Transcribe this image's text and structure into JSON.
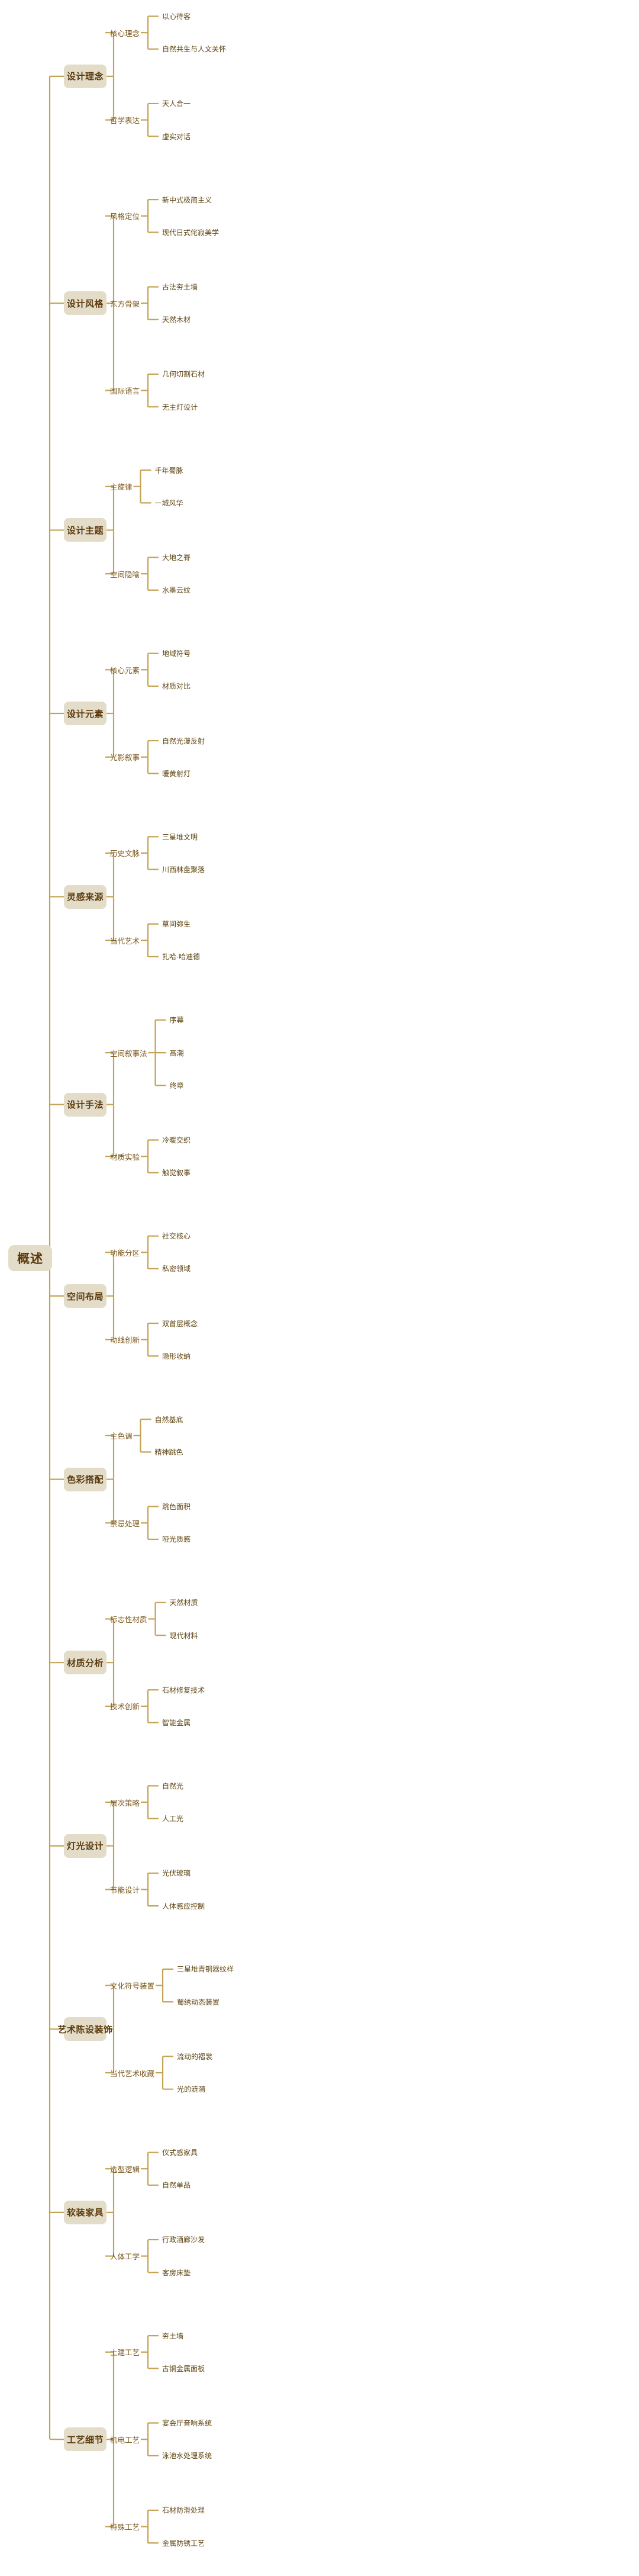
{
  "theme": {
    "background": "#ffffff",
    "node_fill": "#e3dcc9",
    "root_text": "#5b3a0d",
    "branch_line": "#c9a martial",
    "line_color": "#c4a355",
    "level2_text": "#7a5518",
    "level3_text": "#5e4510"
  },
  "root": {
    "label": "概述"
  },
  "branches": [
    {
      "label": "设计理念",
      "children": [
        {
          "label": "核心理念",
          "children": [
            {
              "label": "以心待客"
            },
            {
              "label": "自然共生与人文关怀"
            }
          ]
        },
        {
          "label": "哲学表达",
          "children": [
            {
              "label": "天人合一"
            },
            {
              "label": "虚实对话"
            }
          ]
        }
      ]
    },
    {
      "label": "设计风格",
      "children": [
        {
          "label": "风格定位",
          "children": [
            {
              "label": "新中式极简主义"
            },
            {
              "label": "现代日式侘寂美学"
            }
          ]
        },
        {
          "label": "东方骨架",
          "children": [
            {
              "label": "古法夯土墙"
            },
            {
              "label": "天然木材"
            }
          ]
        },
        {
          "label": "国际语言",
          "children": [
            {
              "label": "几何切割石材"
            },
            {
              "label": "无主灯设计"
            }
          ]
        }
      ]
    },
    {
      "label": "设计主题",
      "children": [
        {
          "label": "主旋律",
          "children": [
            {
              "label": "千年蜀脉"
            },
            {
              "label": "一城风华"
            }
          ]
        },
        {
          "label": "空间隐喻",
          "children": [
            {
              "label": "大地之脊"
            },
            {
              "label": "水墨云纹"
            }
          ]
        }
      ]
    },
    {
      "label": "设计元素",
      "children": [
        {
          "label": "核心元素",
          "children": [
            {
              "label": "地域符号"
            },
            {
              "label": "材质对比"
            }
          ]
        },
        {
          "label": "光影叙事",
          "children": [
            {
              "label": "自然光漫反射"
            },
            {
              "label": "暖黄射灯"
            }
          ]
        }
      ]
    },
    {
      "label": "灵感来源",
      "children": [
        {
          "label": "历史文脉",
          "children": [
            {
              "label": "三星堆文明"
            },
            {
              "label": "川西林盘聚落"
            }
          ]
        },
        {
          "label": "当代艺术",
          "children": [
            {
              "label": "草间弥生"
            },
            {
              "label": "扎哈·哈迪德"
            }
          ]
        }
      ]
    },
    {
      "label": "设计手法",
      "children": [
        {
          "label": "空间叙事法",
          "children": [
            {
              "label": "序幕"
            },
            {
              "label": "高潮"
            },
            {
              "label": "终章"
            }
          ]
        },
        {
          "label": "材质实验",
          "children": [
            {
              "label": "冷暖交织"
            },
            {
              "label": "触觉叙事"
            }
          ]
        }
      ]
    },
    {
      "label": "空间布局",
      "children": [
        {
          "label": "功能分区",
          "children": [
            {
              "label": "社交核心"
            },
            {
              "label": "私密领域"
            }
          ]
        },
        {
          "label": "动线创新",
          "children": [
            {
              "label": "双首层概念"
            },
            {
              "label": "隐形收纳"
            }
          ]
        }
      ]
    },
    {
      "label": "色彩搭配",
      "children": [
        {
          "label": "主色调",
          "children": [
            {
              "label": "自然基底"
            },
            {
              "label": "精神跳色"
            }
          ]
        },
        {
          "label": "禁忌处理",
          "children": [
            {
              "label": "跳色面积"
            },
            {
              "label": "哑光质感"
            }
          ]
        }
      ]
    },
    {
      "label": "材质分析",
      "children": [
        {
          "label": "标志性材质",
          "children": [
            {
              "label": "天然材质"
            },
            {
              "label": "现代材料"
            }
          ]
        },
        {
          "label": "技术创新",
          "children": [
            {
              "label": "石材修复技术"
            },
            {
              "label": "智能金属"
            }
          ]
        }
      ]
    },
    {
      "label": "灯光设计",
      "children": [
        {
          "label": "层次策略",
          "children": [
            {
              "label": "自然光"
            },
            {
              "label": "人工光"
            }
          ]
        },
        {
          "label": "节能设计",
          "children": [
            {
              "label": "光伏玻璃"
            },
            {
              "label": "人体感应控制"
            }
          ]
        }
      ]
    },
    {
      "label": "艺术陈设装饰",
      "children": [
        {
          "label": "文化符号装置",
          "children": [
            {
              "label": "三星堆青铜器纹样"
            },
            {
              "label": "蜀绣动态装置"
            }
          ]
        },
        {
          "label": "当代艺术收藏",
          "children": [
            {
              "label": "流动的褶裳"
            },
            {
              "label": "光的涟漪"
            }
          ]
        }
      ]
    },
    {
      "label": "软装家具",
      "children": [
        {
          "label": "选型逻辑",
          "children": [
            {
              "label": "仪式感家具"
            },
            {
              "label": "自然单品"
            }
          ]
        },
        {
          "label": "人体工学",
          "children": [
            {
              "label": "行政酒廊沙发"
            },
            {
              "label": "客房床垫"
            }
          ]
        }
      ]
    },
    {
      "label": "工艺细节",
      "children": [
        {
          "label": "土建工艺",
          "children": [
            {
              "label": "夯土墙"
            },
            {
              "label": "古铜金属面板"
            }
          ]
        },
        {
          "label": "机电工艺",
          "children": [
            {
              "label": "宴会厅音响系统"
            },
            {
              "label": "泳池水处理系统"
            }
          ]
        },
        {
          "label": "特殊工艺",
          "children": [
            {
              "label": "石材防滑处理"
            },
            {
              "label": "金属防锈工艺"
            }
          ]
        }
      ]
    }
  ]
}
